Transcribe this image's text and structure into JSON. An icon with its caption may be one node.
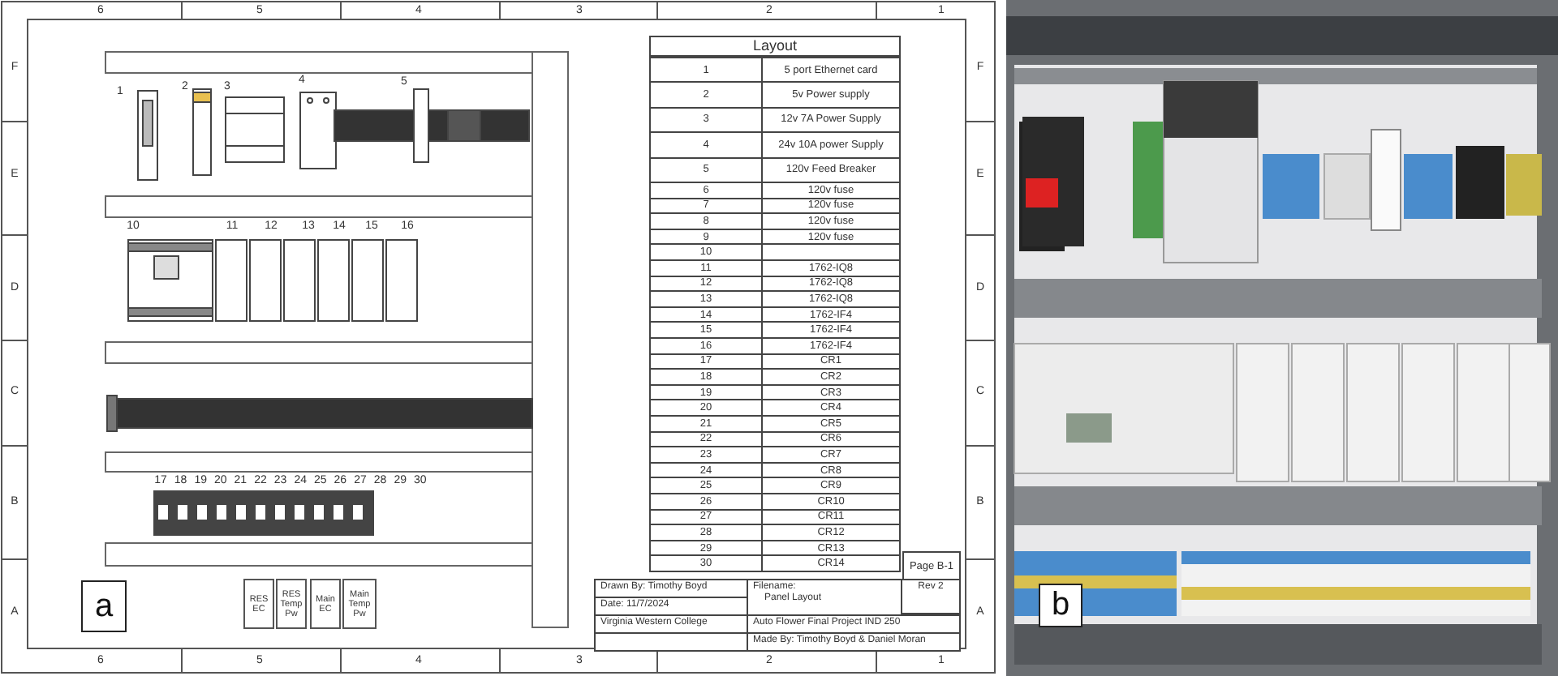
{
  "diagram": {
    "nodes": [
      {
        "text": [
          "RES EC"
        ]
      },
      {
        "text": [
          "RES Temp Pw"
        ]
      },
      {
        "text": [
          "Main EC"
        ]
      },
      {
        "text": [
          "Main Temp Pw"
        ]
      },
      {
        "text": [
          "a"
        ]
      },
      {
        "text": [
          "b"
        ]
      }
    ],
    "labels": [
      "6",
      "5",
      "4",
      "3",
      "2",
      "1",
      "F",
      "E",
      "D",
      "C",
      "B",
      "A",
      "F",
      "E",
      "D",
      "C",
      "B",
      "A",
      "1",
      "2",
      "3",
      "4",
      "5",
      "10",
      "11",
      "12",
      "13",
      "14",
      "15",
      "16",
      "17",
      "18",
      "19",
      "20",
      "21",
      "22",
      "23",
      "24",
      "25",
      "26",
      "27",
      "28",
      "29",
      "30",
      "Layout",
      "1",
      "5 port Ethernet card",
      "2",
      "5v Power supply",
      "3",
      "12v 7A Power Supply",
      "4",
      "24v 10A power Supply",
      "5",
      "120v Feed Breaker",
      "6",
      "120v fuse",
      "7",
      "120v fuse",
      "8",
      "120v fuse",
      "9",
      "120v fuse",
      "10",
      "11",
      "1762-IQ8",
      "12",
      "1762-IQ8",
      "13",
      "1762-IQ8",
      "14",
      "1762-IF4",
      "15",
      "1762-IF4",
      "16",
      "1762-IF4",
      "17",
      "CR1",
      "18",
      "CR2",
      "19",
      "CR3",
      "20",
      "CR4",
      "21",
      "CR5",
      "22",
      "CR6",
      "23",
      "CR7",
      "24",
      "CR8",
      "25",
      "CR9",
      "26",
      "CR10",
      "27",
      "CR11",
      "28",
      "CR12",
      "29",
      "CR13",
      "30",
      "CR14",
      "Page B-1",
      "Drawn By: Timothy Boyd",
      "Date: 11/7/2024",
      "Virginia Western College",
      "Filename:",
      "Panel Layout",
      "Rev 2",
      "Auto Flower Final Project IND 250",
      "Made By: Timothy Boyd & Daniel Moran",
      "6",
      "5",
      "4",
      "3",
      "2",
      "1"
    ]
  }
}
